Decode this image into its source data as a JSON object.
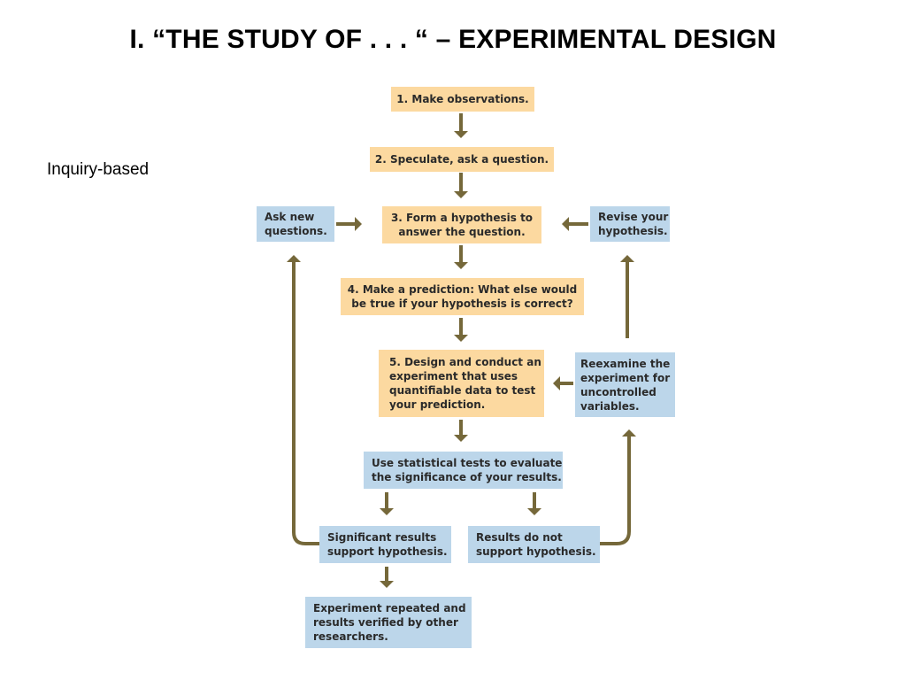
{
  "title": "I.  “THE STUDY OF . . . “ – EXPERIMENTAL DESIGN",
  "side_label": "Inquiry-based",
  "flowchart": {
    "step1": "1. Make observations.",
    "step2": "2. Speculate, ask a question.",
    "step3": "3. Form a hypothesis to\nanswer the question.",
    "step4": "4. Make a prediction: What else would\nbe true if your hypothesis is correct?",
    "step5": "5. Design and conduct an\nexperiment that uses\nquantifiable data to test\nyour prediction.",
    "ask_new": "Ask new\nquestions.",
    "revise": "Revise your\nhypothesis.",
    "reexamine": "Reexamine the\nexperiment for\nuncontrolled\nvariables.",
    "stats": "Use statistical tests to evaluate\nthe significance of your results.",
    "significant": "Significant results\nsupport hypothesis.",
    "not_support": "Results do not\nsupport hypothesis.",
    "repeated": "Experiment repeated and\nresults verified by other\nresearchers."
  },
  "colors": {
    "step_fill": "#fcd9a0",
    "alt_fill": "#bcd6ea",
    "arrow": "#75683a"
  }
}
